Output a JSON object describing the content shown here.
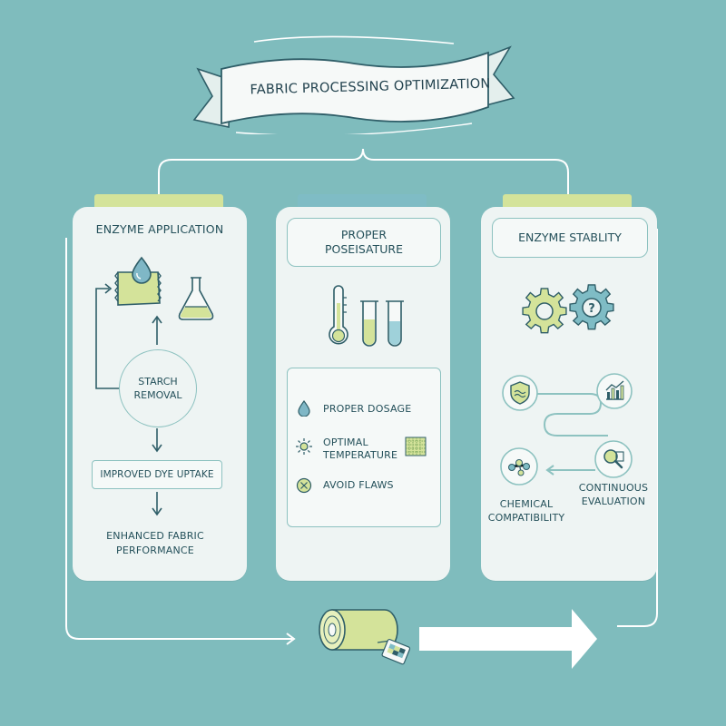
{
  "banner": {
    "title": "FABRIC PROCESSING OPTIMIZATION"
  },
  "panel1": {
    "title": "ENZYME APPLICATION",
    "step1": "STARCH\nREMOVAL",
    "step2": "IMPROVED DYE UPTAKE",
    "step3": "ENHANCED FABRIC\nPERFORMANCE"
  },
  "panel2": {
    "title": "PROPER\nPOSEISATURE",
    "items": [
      {
        "label": "PROPER DOSAGE",
        "icon": "droplet-icon"
      },
      {
        "label": "OPTIMAL\nTEMPERATURE",
        "icon": "sun-icon"
      },
      {
        "label": "AVOID FLAWS",
        "icon": "x-circle-icon"
      }
    ]
  },
  "panel3": {
    "title": "ENZYME STABLITY",
    "labels": {
      "chemical": "CHEMICAL\nCOMPATIBILITY",
      "evaluation": "CONTINUOUS\nEVALUATION"
    }
  },
  "colors": {
    "background": "#7fbcbd",
    "panel": "#eef4f3",
    "accent_green": "#d4e39a",
    "accent_teal": "#8dc2c0",
    "text": "#24505a",
    "outline": "#2f5e68"
  }
}
